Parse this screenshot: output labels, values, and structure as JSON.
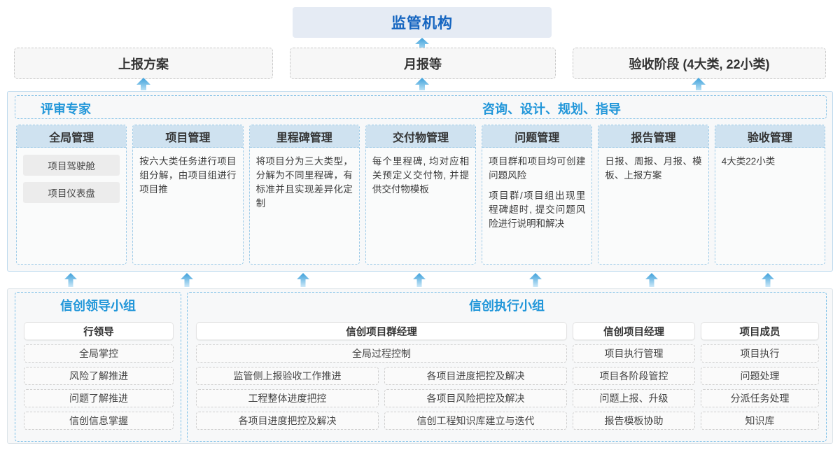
{
  "top": {
    "regulator_label": "监管机构",
    "reports": [
      {
        "label": "上报方案"
      },
      {
        "label": "月报等"
      },
      {
        "label": "验收阶段 (4大类, 22小类)"
      }
    ]
  },
  "middle": {
    "banner_left": "评审专家",
    "banner_center": "咨询、设计、规划、指导",
    "columns": [
      {
        "title": "全局管理",
        "desc": "",
        "pills": [
          "项目驾驶舱",
          "项目仪表盘"
        ]
      },
      {
        "title": "项目管理",
        "desc": "按六大类任务进行项目组分解，由项目组进行项目推",
        "pills": []
      },
      {
        "title": "里程碑管理",
        "desc": "将项目分为三大类型，分解为不同里程碑，有标准并且实现差异化定制",
        "pills": []
      },
      {
        "title": "交付物管理",
        "desc": "每个里程碑, 均对应相关预定义交付物, 并提供交付物模板",
        "pills": []
      },
      {
        "title": "问题管理",
        "desc": "项目群和项目均可创建问题风险",
        "desc2": "项目群/项目组出现里程碑超时, 提交问题风险进行说明和解决",
        "pills": []
      },
      {
        "title": "报告管理",
        "desc": "日报、周报、月报、模板、上报方案",
        "pills": []
      },
      {
        "title": "验收管理",
        "desc": "4大类22小类",
        "pills": []
      }
    ]
  },
  "bottom": {
    "left_group": {
      "title": "信创领导小组",
      "role_title": "行领导",
      "items": [
        "全局掌控",
        "风险了解推进",
        "问题了解推进",
        "信创信息掌握"
      ]
    },
    "right_group": {
      "title": "信创执行小组",
      "roles": [
        {
          "title": "信创项目群经理",
          "full_item": "全局过程控制",
          "left_items": [
            "监管侧上报验收工作推进",
            "工程整体进度把控",
            "各项目进度把控及解决"
          ],
          "right_items": [
            "各项目进度把控及解决",
            "各项目风险把控及解决",
            "信创工程知识库建立与迭代"
          ]
        },
        {
          "title": "信创项目经理",
          "items": [
            "项目执行管理",
            "项目各阶段管控",
            "问题上报、升级",
            "报告模板协助"
          ]
        },
        {
          "title": "项目成员",
          "items": [
            "项目执行",
            "问题处理",
            "分派任务处理",
            "知识库"
          ]
        }
      ]
    }
  },
  "colors": {
    "accent_blue": "#2196d9",
    "title_blue": "#1565c0",
    "header_fill": "#cfe2f0",
    "top_fill": "#e5ebf4",
    "arrow": "#4aa8de"
  }
}
